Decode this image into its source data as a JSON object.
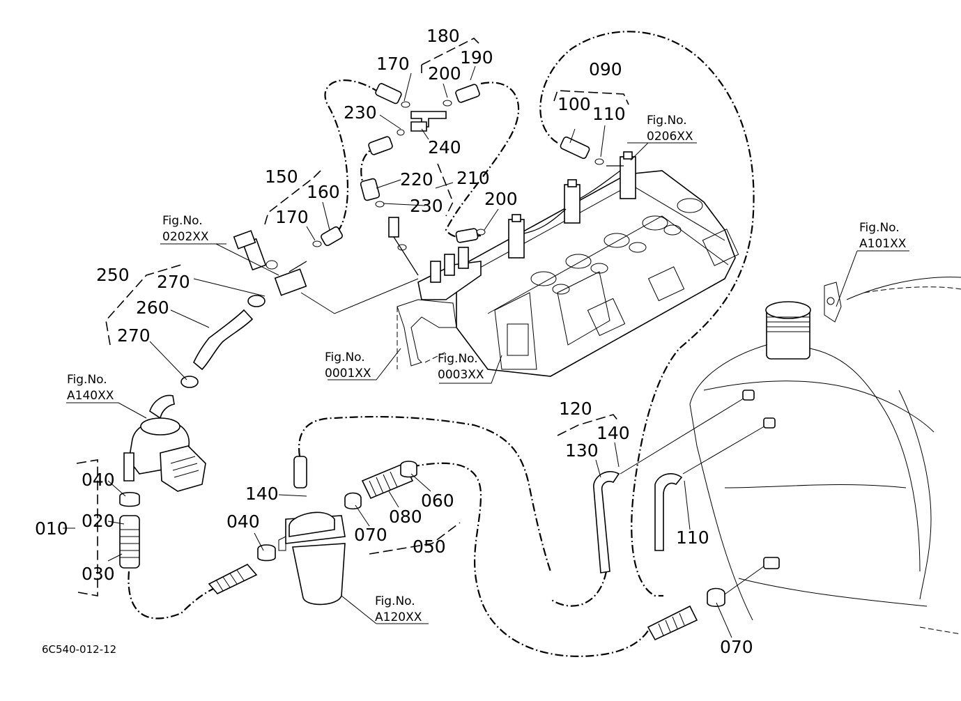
{
  "diagram": {
    "code": "6C540-012-12",
    "fig_refs": {
      "f0202": {
        "label": "Fig.No.",
        "code": "0202XX"
      },
      "f0206": {
        "label": "Fig.No.",
        "code": "0206XX"
      },
      "fA101": {
        "label": "Fig.No.",
        "code": "A101XX"
      },
      "fA140": {
        "label": "Fig.No.",
        "code": "A140XX"
      },
      "f0001": {
        "label": "Fig.No.",
        "code": "0001XX"
      },
      "f0003": {
        "label": "Fig.No.",
        "code": "0003XX"
      },
      "fA120": {
        "label": "Fig.No.",
        "code": "A120XX"
      }
    },
    "parts": {
      "p180": "180",
      "p170a": "170",
      "p200a": "200",
      "p190": "190",
      "p230a": "230",
      "p240": "240",
      "p090": "090",
      "p100": "100",
      "p110a": "110",
      "p150": "150",
      "p160": "160",
      "p170b": "170",
      "p220": "220",
      "p210": "210",
      "p230b": "230",
      "p200b": "200",
      "p250": "250",
      "p270a": "270",
      "p260": "260",
      "p270b": "270",
      "p010": "010",
      "p040a": "040",
      "p020": "020",
      "p030": "030",
      "p140a": "140",
      "p040b": "040",
      "p070a": "070",
      "p080": "080",
      "p060": "060",
      "p050": "050",
      "p120": "120",
      "p140b": "140",
      "p130": "130",
      "p110b": "110",
      "p070b": "070"
    }
  }
}
